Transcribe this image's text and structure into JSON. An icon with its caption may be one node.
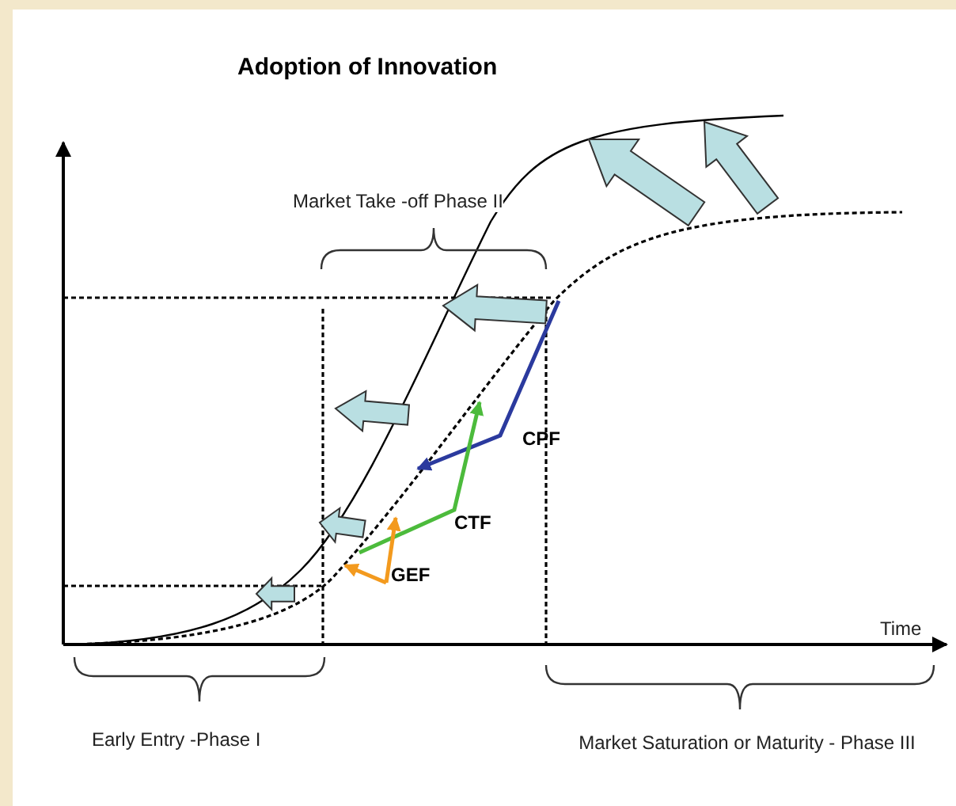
{
  "diagram": {
    "title": "Adoption of Innovation",
    "labels": [
      "Market Take -off  Phase II",
      "CPF",
      "CTF",
      "GEF",
      "Time",
      "Early Entry -Phase I",
      "Market Saturation or Maturity - Phase III"
    ]
  }
}
